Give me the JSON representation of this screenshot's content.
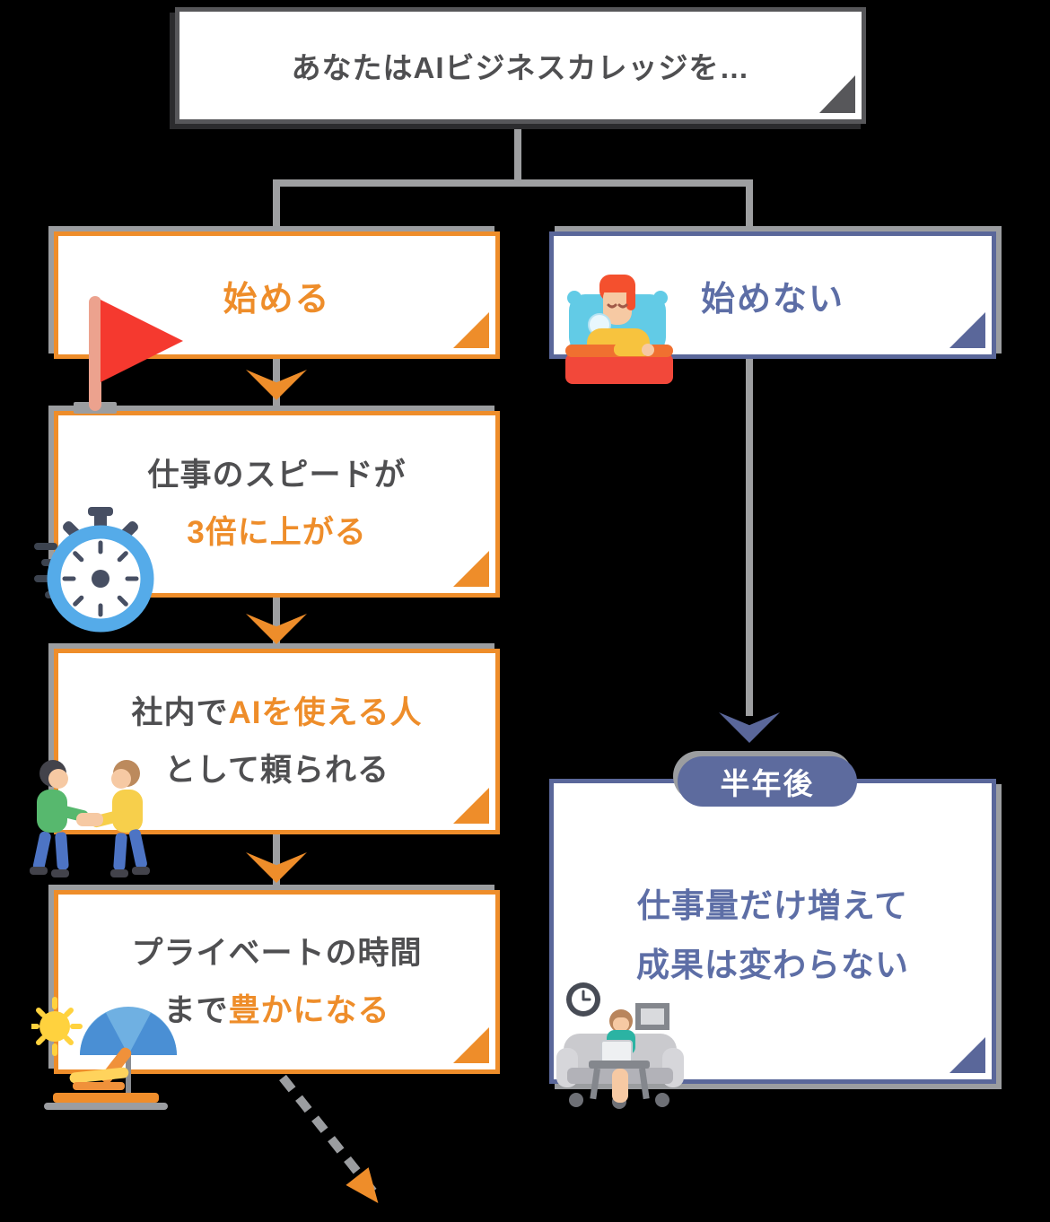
{
  "colors": {
    "accent_orange": "#ee8d2a",
    "accent_navy": "#5a679a",
    "navy_text": "#5d6ea6",
    "dark_text": "#4f4f51",
    "connector_gray": "#9e9fa1",
    "shadow_gray": "#9b9da0",
    "flag_red": "#f5392f",
    "box_background": "#ffffff"
  },
  "title_box": {
    "text": "あなたはAIビジネスカレッジを…"
  },
  "start_branch": {
    "label": "始める",
    "icon": "flag-icon",
    "steps": [
      {
        "icon": "stopwatch-icon",
        "line1": [
          {
            "text": "仕事のスピードが"
          }
        ],
        "line2": [
          {
            "text": "3倍に上がる"
          }
        ]
      },
      {
        "icon": "handshake-icon",
        "line1": [
          {
            "text": "社内で"
          },
          {
            "text": "AIを使える人"
          }
        ],
        "line2": [
          {
            "text": "として頼られる"
          }
        ]
      },
      {
        "icon": "beach-icon",
        "line1": [
          {
            "text": "プライベートの時間"
          }
        ],
        "line2": [
          {
            "text": "まで"
          },
          {
            "text": "豊かになる"
          }
        ]
      }
    ]
  },
  "no_branch": {
    "label": "始めない",
    "icon": "sleeping-icon",
    "badge": "半年後",
    "result": {
      "icon": "desk-work-icon",
      "line1": "仕事量だけ増えて",
      "line2": "成果は変わらない"
    }
  }
}
